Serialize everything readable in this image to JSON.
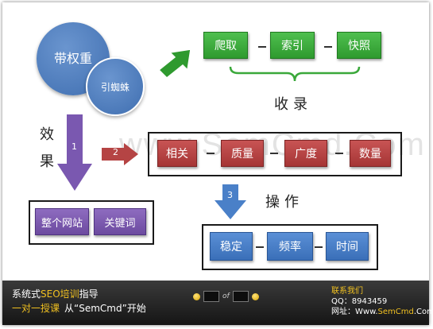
{
  "watermark": "www.SemCmd.Com",
  "circles": {
    "main": "带权重",
    "sub": "引蜘蛛"
  },
  "top_row": {
    "items": [
      "爬取",
      "索引",
      "快照"
    ],
    "label": "收录"
  },
  "effect": {
    "label_line1": "效",
    "label_line2": "果",
    "number": "1"
  },
  "middle_row": {
    "number": "2",
    "items": [
      "相关",
      "质量",
      "广度",
      "数量"
    ]
  },
  "bottom_left": {
    "items": [
      "整个网站",
      "关键词"
    ]
  },
  "bottom_row": {
    "number": "3",
    "label": "操作",
    "items": [
      "稳定",
      "频率",
      "时间"
    ]
  },
  "footer": {
    "line1_prefix": "系统式",
    "line1_highlight": "SEO培训",
    "line1_suffix": "指导",
    "line2_highlight": "一对一授课",
    "line2_rest": "从“SemCmd”开始",
    "pager_of": "of",
    "contact_title": "联系我们",
    "qq": "QQ：8943459",
    "site_prefix": "网址：Www.",
    "site_highlight": "SemCmd",
    "site_suffix": ".Com"
  },
  "colors": {
    "green": "#3aa83a",
    "red": "#b54444",
    "purple": "#7a58b0",
    "blue": "#4a80c8",
    "footer_yellow": "#f0c020"
  }
}
